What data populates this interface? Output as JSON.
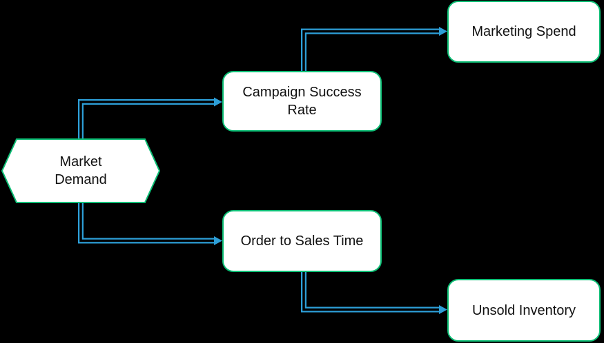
{
  "diagram": {
    "type": "flowchart",
    "direction": "left-to-right"
  },
  "colors": {
    "bg": "#000000",
    "node-fill": "#ffffff",
    "node-border": "#0cbe75",
    "edge": "#2d9fd8",
    "edge-core": "#000000",
    "text": "#111111"
  },
  "nodes": [
    {
      "id": "market-demand",
      "label": "Market\nDemand",
      "shape": "hexagon"
    },
    {
      "id": "campaign-success-rate",
      "label": "Campaign Success\nRate",
      "shape": "rounded-rect"
    },
    {
      "id": "marketing-spend",
      "label": "Marketing Spend",
      "shape": "rounded-rect"
    },
    {
      "id": "order-to-sales-time",
      "label": "Order to Sales Time",
      "shape": "rounded-rect"
    },
    {
      "id": "unsold-inventory",
      "label": "Unsold Inventory",
      "shape": "rounded-rect"
    }
  ],
  "edges": [
    {
      "from": "market-demand",
      "to": "campaign-success-rate",
      "style": "double-line-arrow"
    },
    {
      "from": "campaign-success-rate",
      "to": "marketing-spend",
      "style": "double-line-arrow"
    },
    {
      "from": "market-demand",
      "to": "order-to-sales-time",
      "style": "double-line-arrow"
    },
    {
      "from": "order-to-sales-time",
      "to": "unsold-inventory",
      "style": "double-line-arrow"
    }
  ]
}
